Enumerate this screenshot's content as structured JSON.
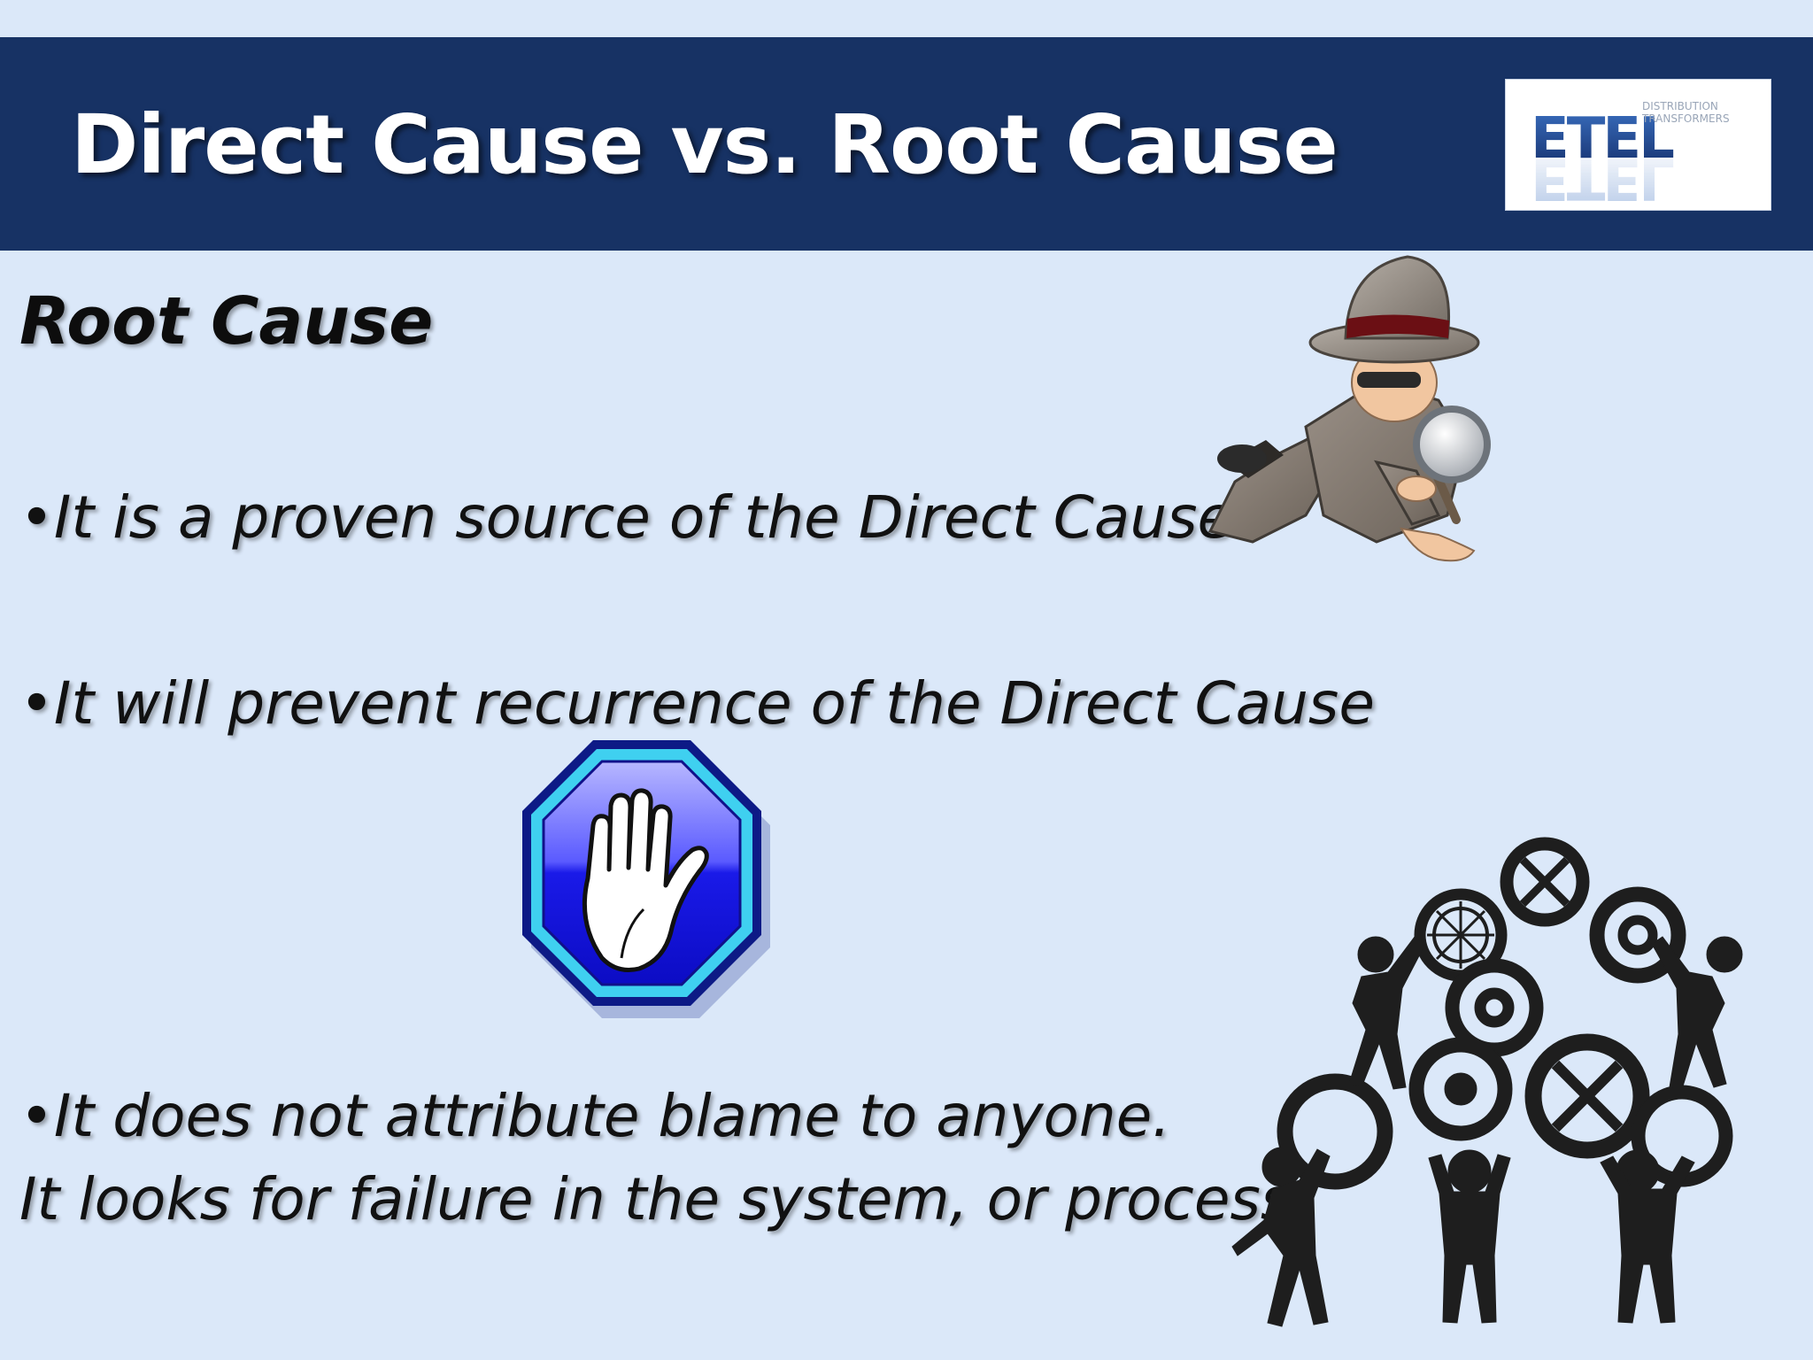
{
  "slide": {
    "title": "Direct Cause vs. Root Cause",
    "heading": "Root Cause",
    "bullets": [
      "•It is a proven source of the Direct Cause",
      "•It will prevent recurrence of the Direct Cause",
      "•It does not attribute blame to anyone."
    ],
    "bullet_continuation": "It looks for failure in the system, or process."
  },
  "logo": {
    "wordmark": "ETEL",
    "tagline_1": "DISTRIBUTION",
    "tagline_2": "TRANSFORMERS"
  },
  "colors": {
    "background": "#dbe8f9",
    "title_bar": "#173264",
    "title_text": "#ffffff",
    "body_text": "#111111",
    "logo_blue": "#1f4e9c",
    "stop_sign_blue": "#1414e0",
    "stop_sign_border": "#3fd0f0"
  },
  "icons": {
    "detective": "detective-with-magnifying-glass-icon",
    "stop": "stop-hand-sign-icon",
    "teamwork": "people-holding-gears-icon"
  }
}
